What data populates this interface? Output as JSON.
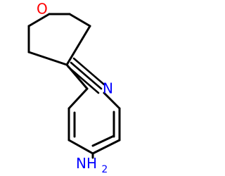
{
  "colors": {
    "bond": "#000000",
    "oxygen": "#ff0000",
    "nitrogen": "#0000ff"
  },
  "labels": {
    "oxygen": "O",
    "nitrile_nitrogen": "N",
    "amine": "NH2",
    "amine_main": "NH",
    "amine_subscript": "2"
  }
}
